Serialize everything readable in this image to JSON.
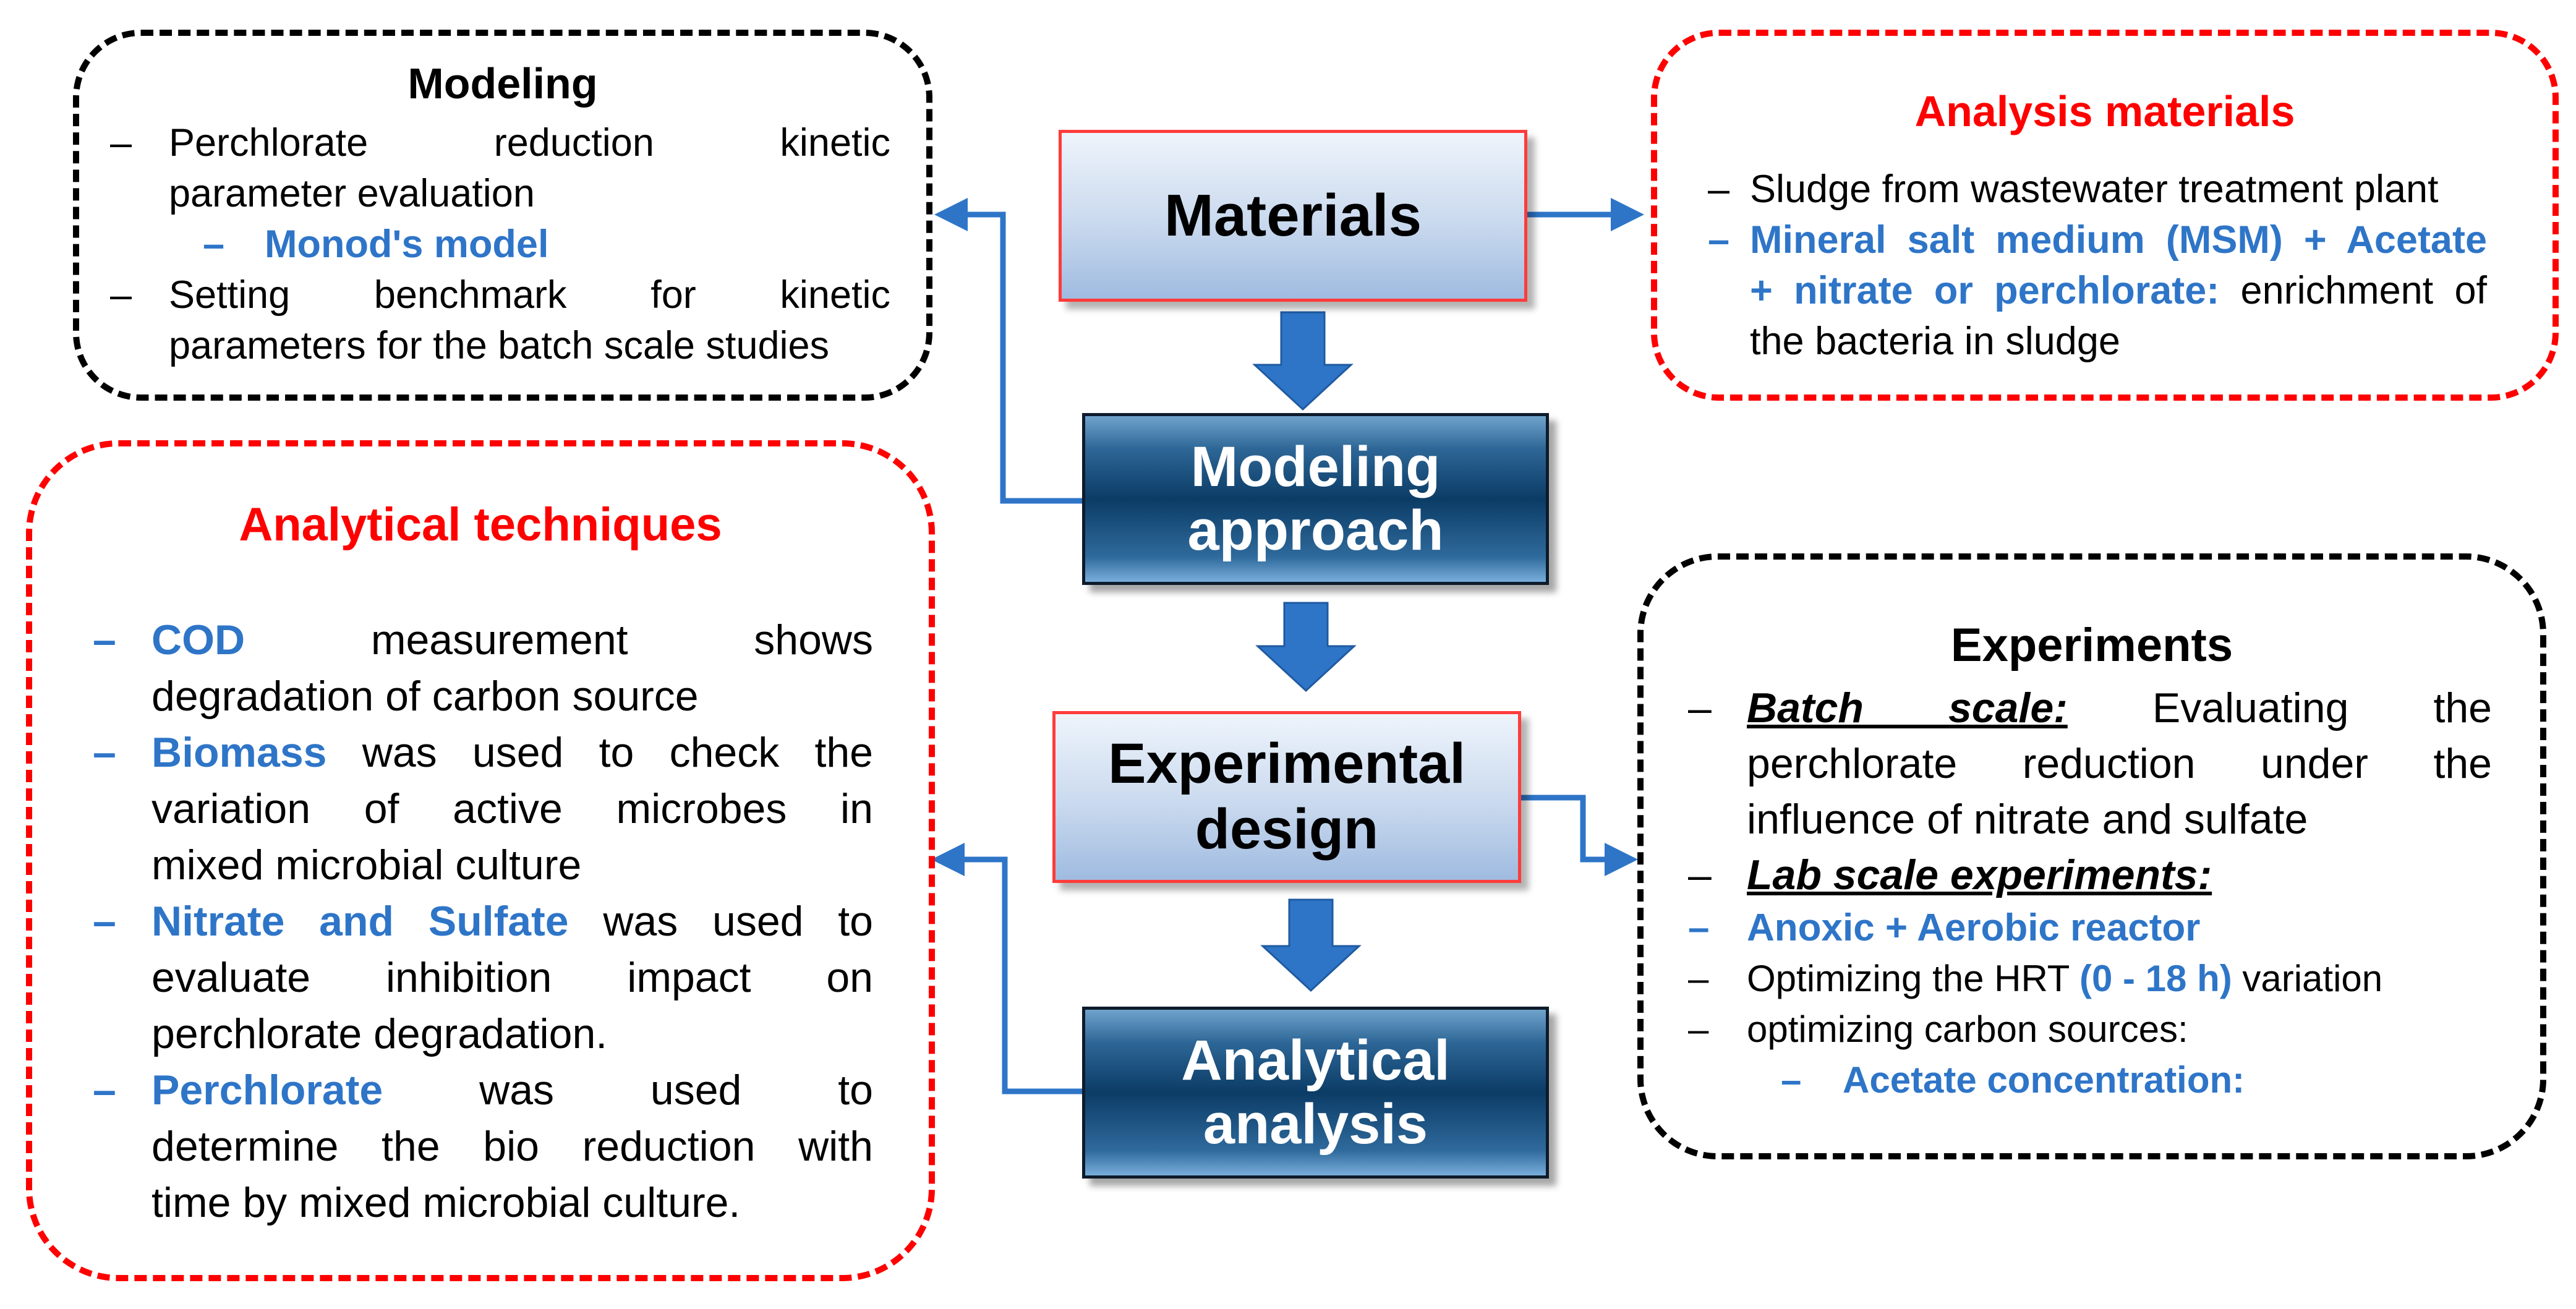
{
  "center": {
    "materials": "Materials",
    "modeling_approach": [
      "Modeling",
      "approach"
    ],
    "experimental_design": [
      "Experimental",
      "design"
    ],
    "analytical_analysis": [
      "Analytical",
      "analysis"
    ]
  },
  "modeling": {
    "title": "Modeling",
    "items": [
      {
        "dash": "–",
        "lines": [
          "Perchlorate reduction kinetic",
          "parameter evaluation"
        ]
      },
      {
        "dash": "–",
        "text": "Monod's model"
      },
      {
        "dash": "–",
        "lines": [
          "Setting benchmark for kinetic",
          "parameters for the batch scale studies"
        ]
      }
    ]
  },
  "analysis_materials": {
    "title": "Analysis materials",
    "items": [
      {
        "dash": "–",
        "text": "Sludge from wastewater treatment plant"
      },
      {
        "dash": "–",
        "line1": "Mineral salt medium (MSM) + Acetate",
        "line2_bold": "+ nitrate or perchlorate:",
        "line2_rest": " enrichment of",
        "line3": "the bacteria in sludge"
      }
    ]
  },
  "analytical_techniques": {
    "title": "Analytical techniques",
    "items": [
      {
        "dash": "–",
        "term": "COD",
        "lines": [
          " measurement shows",
          "degradation of carbon source"
        ]
      },
      {
        "dash": "–",
        "term": "Biomass",
        "lines": [
          " was used to check the",
          "variation of active microbes in",
          "mixed microbial culture"
        ]
      },
      {
        "dash": "–",
        "term": "Nitrate and Sulfate",
        "lines": [
          " was used to",
          "evaluate inhibition impact on",
          "perchlorate degradation."
        ]
      },
      {
        "dash": "–",
        "term": "Perchlorate",
        "lines": [
          " was used to",
          "determine the bio reduction with",
          "time by mixed microbial culture."
        ]
      }
    ]
  },
  "experiments": {
    "title": "Experiments",
    "items": [
      {
        "dash": "–",
        "term": "Batch scale:",
        "lines": [
          " Evaluating the",
          "perchlorate reduction under the",
          "influence of nitrate and sulfate"
        ]
      },
      {
        "dash": "–",
        "term": "Lab scale experiments:"
      },
      {
        "dash": "–",
        "text": "Anoxic + Aerobic reactor"
      },
      {
        "dash": "–",
        "pre": "Optimizing the HRT ",
        "bold": "(0 - 18 h)",
        "post": " variation"
      },
      {
        "dash": "–",
        "text": "optimizing carbon sources:"
      },
      {
        "dash": "–",
        "text": "Acetate concentration:"
      }
    ]
  }
}
